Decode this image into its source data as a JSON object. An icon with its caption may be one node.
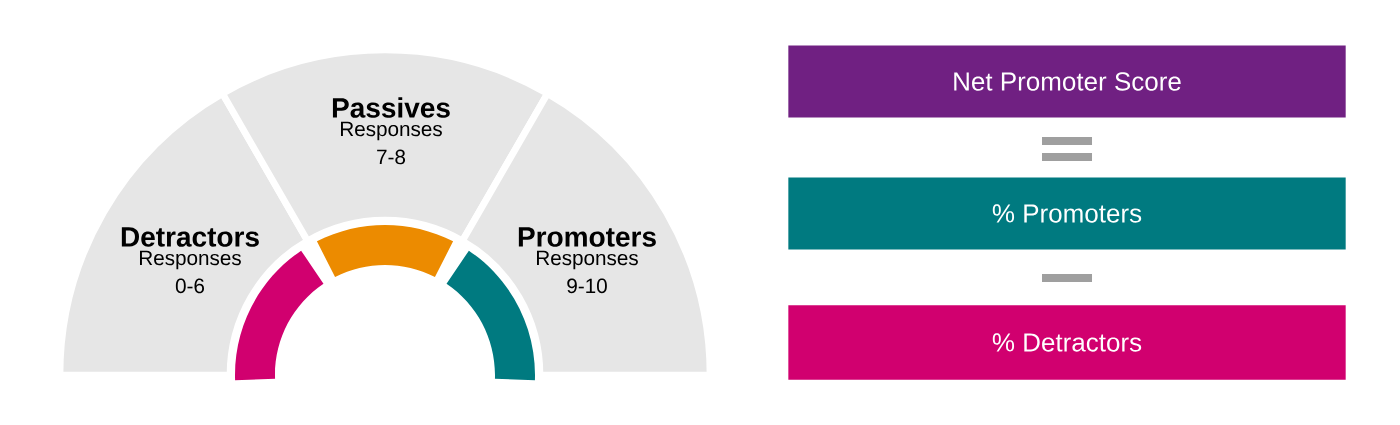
{
  "diagram": {
    "nodes": [
      {
        "text": [
          "Detractors",
          "Responses 0-6"
        ]
      },
      {
        "text": [
          "Passives",
          "Responses 7-8"
        ]
      },
      {
        "text": [
          "Promoters",
          "Responses 9-10"
        ]
      },
      {
        "text": [
          "Net Promoter Score"
        ]
      },
      {
        "text": [
          "% Promoters"
        ]
      },
      {
        "text": [
          "% Detractors"
        ]
      }
    ]
  }
}
